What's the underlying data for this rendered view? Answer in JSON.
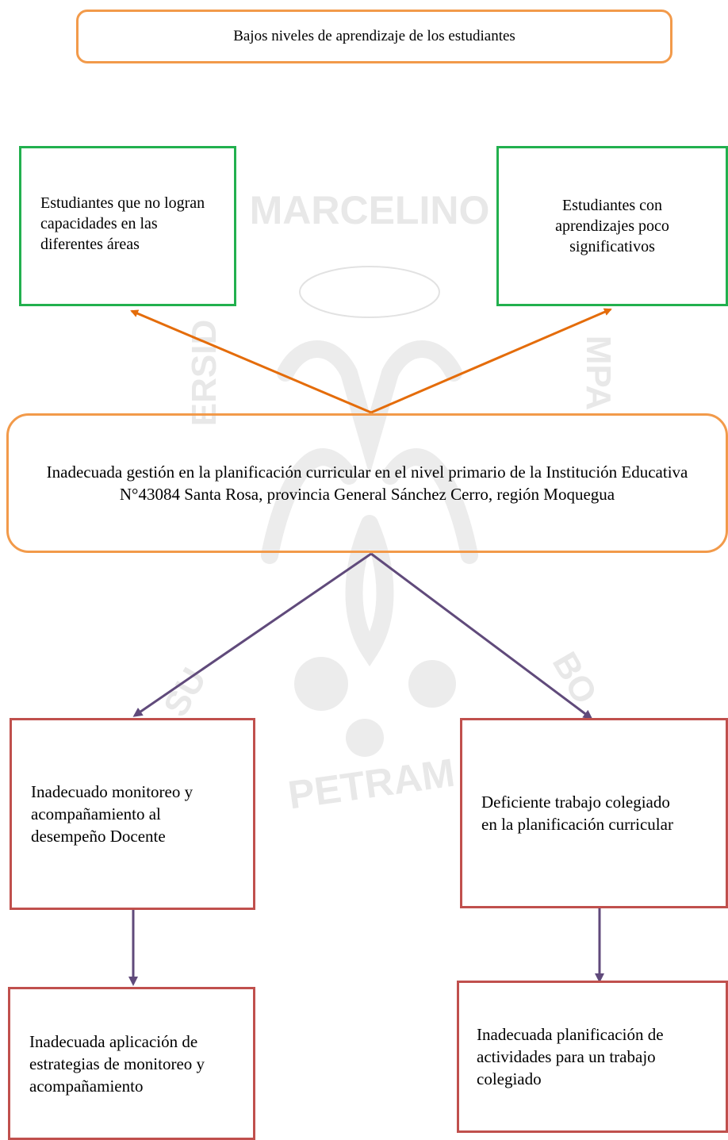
{
  "top_effect": "Bajos niveles de aprendizaje de los estudiantes",
  "effect_left": "Estudiantes que no logran capacidades en las diferentes áreas",
  "effect_right": "Estudiantes con aprendizajes poco significativos",
  "central_problem": "Inadecuada gestión en la planificación curricular en el nivel primario de la Institución Educativa N°43084 Santa Rosa, provincia General Sánchez Cerro, región Moquegua",
  "cause_left": "Inadecuado monitoreo y acompañamiento al desempeño Docente",
  "cause_right": "Deficiente trabajo colegiado en la planificación curricular",
  "subcause_left": "Inadecuada aplicación de estrategias de monitoreo y acompañamiento",
  "subcause_right": "Inadecuada planificación de actividades para un trabajo colegiado",
  "watermark": {
    "top_text": "MARCELINO",
    "left_text": "ERSID",
    "right_text": "MPA",
    "bottom_text": "PETRAM",
    "bottom_left_text": "SU",
    "bottom_right_text": "BO"
  },
  "colors": {
    "orange": "#f29a4a",
    "arrow_orange": "#e46c0a",
    "green": "#22b04e",
    "red": "#c0504d",
    "purple": "#604a7b",
    "watermark": "#e6e6e6"
  }
}
